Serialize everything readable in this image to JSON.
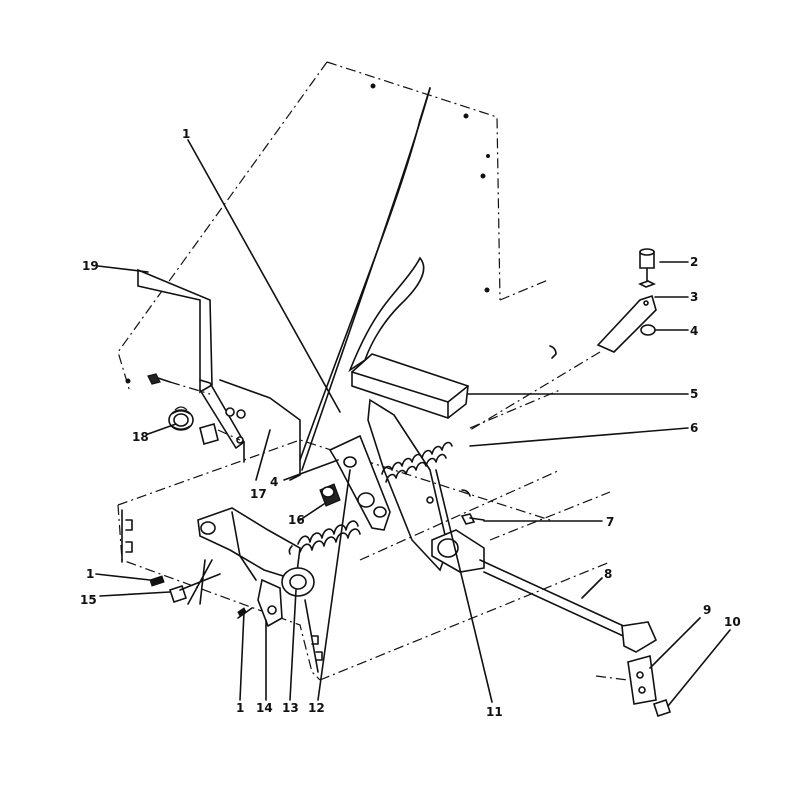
{
  "callouts": [
    {
      "id": "c1-top",
      "text": "1"
    },
    {
      "id": "c2",
      "text": "2"
    },
    {
      "id": "c3",
      "text": "3"
    },
    {
      "id": "c4-right",
      "text": "4"
    },
    {
      "id": "c5",
      "text": "5"
    },
    {
      "id": "c6",
      "text": "6"
    },
    {
      "id": "c7",
      "text": "7"
    },
    {
      "id": "c8",
      "text": "8"
    },
    {
      "id": "c9",
      "text": "9"
    },
    {
      "id": "c10",
      "text": "10"
    },
    {
      "id": "c11",
      "text": "11"
    },
    {
      "id": "c12",
      "text": "12"
    },
    {
      "id": "c13",
      "text": "13"
    },
    {
      "id": "c14",
      "text": "14"
    },
    {
      "id": "c1-bottom",
      "text": "1"
    },
    {
      "id": "c15",
      "text": "15"
    },
    {
      "id": "c1-left",
      "text": "1"
    },
    {
      "id": "c16",
      "text": "16"
    },
    {
      "id": "c4-center",
      "text": "4"
    },
    {
      "id": "c17",
      "text": "17"
    },
    {
      "id": "c18",
      "text": "18"
    },
    {
      "id": "c19",
      "text": "19"
    }
  ]
}
